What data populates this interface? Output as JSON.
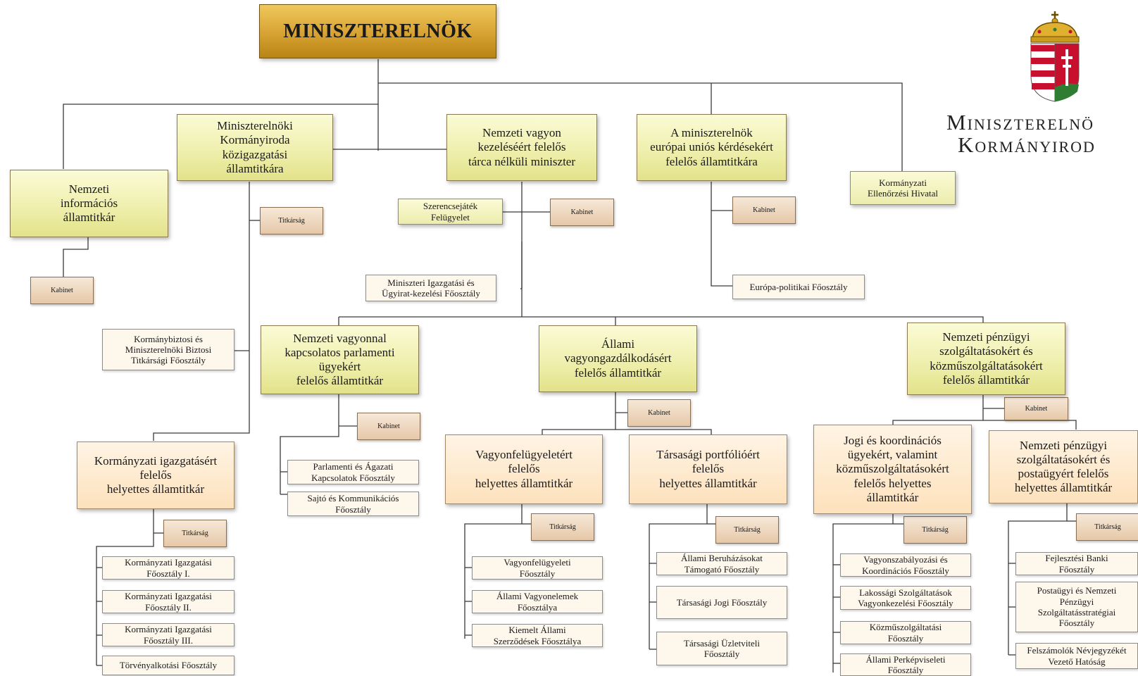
{
  "prime_minister": "MINISZTERELNÖK",
  "logo": {
    "line1": "Miniszterelnö",
    "line2": "Kormányirod",
    "emblem": "hungarian-coat-of-arms",
    "colors": {
      "red": "#c8102e",
      "green": "#2e7d32",
      "gold": "#d4a017"
    }
  },
  "top_units": {
    "nemzeti_informacios": "Nemzeti\ninformációs\nállamtitkár",
    "kormanyiroda_kozig": "Miniszterelnöki\nKormányiroda\nközigazgatási\nállamtitkára",
    "nemzeti_vagyon_miniszter": "Nemzeti vagyon\nkezeléséért felelős\ntárca nélküli miniszter",
    "europai_unios": "A miniszterelnök\neurópai uniós kérdésekért\nfelelős államtitkára",
    "kormanyzati_ellenorzesi": "Kormányzati\nEllenőrzési Hivatal"
  },
  "labels": {
    "kabinet": "Kabinet",
    "titkarsag": "Titkárság"
  },
  "departments": {
    "szerencsejatek": "Szerencsejáték\nFelügyelet",
    "miniszteri_igazgatasi": "Miniszteri Igazgatási és\nÜgyirat-kezelési Főosztály",
    "europa_politikai": "Európa-politikai Főosztály",
    "kormanybiztosi": "Kormánybiztosi és\nMiniszterelnöki Biztosi\nTitkársági Főosztály",
    "parlamenti_agazati": "Parlamenti és Ágazati\nKapcsolatok Főosztály",
    "sajto": "Sajtó és Kommunikációs\nFőosztály",
    "korm_igazg_1": "Kormányzati Igazgatási\nFőosztály I.",
    "korm_igazg_2": "Kormányzati Igazgatási\nFőosztály II.",
    "korm_igazg_3": "Kormányzati Igazgatási\nFőosztály III.",
    "torvenyalkotasi": "Törvényalkotási Főosztály",
    "vagyonfelugyeleti": "Vagyonfelügyeleti\nFőosztály",
    "allami_vagyonelemek": "Állami Vagyonelemek\nFőosztálya",
    "kiemelt_allami": "Kiemelt Állami\nSzerződések Főosztálya",
    "allami_beruhazasokat": "Állami Beruházásokat\nTámogató Főosztály",
    "tarsasagi_jogi": "Társasági Jogi Főosztály",
    "tarsasagi_uzletviteli": "Társasági Üzletviteli\nFőosztály",
    "vagyonszabalyozasi": "Vagyonszabályozási és\nKoordinációs Főosztály",
    "lakossagi": "Lakossági Szolgáltatások\nVagyonkezelési Főosztály",
    "kozmuszolgaltatasi": "Közműszolgáltatási\nFőosztály",
    "allami_perkepviseleti": "Állami Perképviseleti\nFőosztály",
    "fejlesztesi_banki": "Fejlesztési Banki\nFőosztály",
    "postaugyi": "Postaügyi és Nemzeti\nPénzügyi\nSzolgáltatásstratégiai\nFőosztály",
    "felszamolok": "Felszámolók Névjegyzékét\nVezető Hatóság"
  },
  "state_secretaries": {
    "parlamenti_ugyekert": "Nemzeti vagyonnal\nkapcsolatos parlamenti\nügyekért\nfelelős államtitkár",
    "allami_vagyongazdalkodas": "Állami\nvagyongazdálkodásért\nfelelős államtitkár",
    "penzugyi_kozmu": "Nemzeti pénzügyi\nszolgáltatásokért és\nközműszolgáltatásokért\nfelelős államtitkár"
  },
  "deputy_secretaries": {
    "kormanyzati_igazgatas": "Kormányzati igazgatásért\nfelelős\nhelyettes államtitkár",
    "vagyonfelugyeletert": "Vagyonfelügyeletért\nfelelős\nhelyettes államtitkár",
    "tarsasagi_portfolio": "Társasági portfólióért\nfelelős\nhelyettes államtitkár",
    "jogi_koordinacios": "Jogi és koordinációs\nügyekért, valamint\nközműszolgáltatásokért\nfelelős helyettes\nállamtitkár",
    "postaugyert": "Nemzeti pénzügyi\nszolgáltatásokért és\npostaügyért felelős\nhelyettes államtitkár"
  }
}
